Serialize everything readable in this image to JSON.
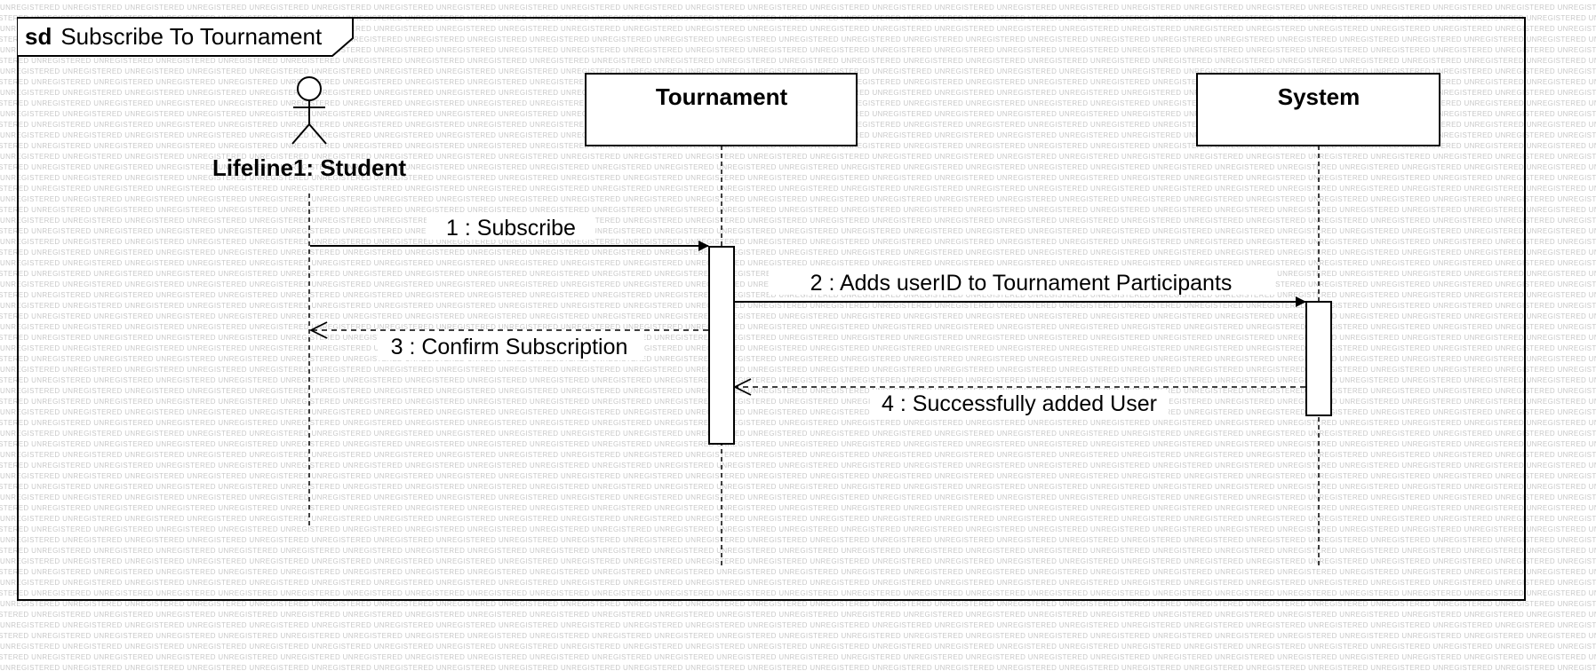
{
  "watermark": "UNREGISTERED",
  "frame": {
    "keyword": "sd",
    "title": "Subscribe To Tournament"
  },
  "lifelines": [
    {
      "id": "student",
      "kind": "actor",
      "label": "Lifeline1: Student"
    },
    {
      "id": "tournament",
      "kind": "object",
      "label": "Tournament"
    },
    {
      "id": "system",
      "kind": "object",
      "label": "System"
    }
  ],
  "messages": [
    {
      "label": "1 : Subscribe",
      "from": "student",
      "to": "tournament",
      "type": "sync"
    },
    {
      "label": "2 : Adds userID to Tournament Participants",
      "from": "tournament",
      "to": "system",
      "type": "sync"
    },
    {
      "label": "3 : Confirm Subscription",
      "from": "tournament",
      "to": "student",
      "type": "reply"
    },
    {
      "label": "4 : Successfully added User",
      "from": "system",
      "to": "tournament",
      "type": "reply"
    }
  ]
}
